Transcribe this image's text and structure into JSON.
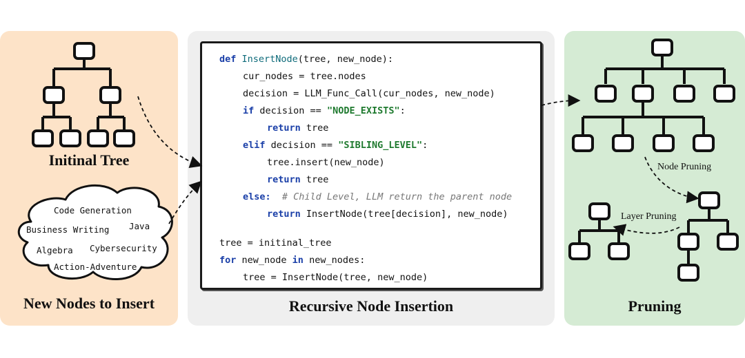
{
  "captions": {
    "initial_tree": "Initinal Tree",
    "new_nodes": "New Nodes to Insert",
    "recursive": "Recursive Node Insertion",
    "pruning": "Pruning"
  },
  "cloud_words": [
    "Code Generation",
    "Business Writing",
    "Java",
    "Algebra",
    "Cybersecurity",
    "Action-Adventure"
  ],
  "code": {
    "l1_kw": "def ",
    "l1_fn": "InsertNode",
    "l1_rest": "(tree, new_node):",
    "l2": "cur_nodes = tree.nodes",
    "l3": "decision = LLM_Func_Call(cur_nodes, new_node)",
    "l4_kw": "if ",
    "l4_rest": "decision == ",
    "l4_str": "\"NODE_EXISTS\"",
    "l4_end": ":",
    "l5_kw": "return ",
    "l5_rest": "tree",
    "l6_kw": "elif ",
    "l6_rest": "decision == ",
    "l6_str": "\"SIBLING_LEVEL\"",
    "l6_end": ":",
    "l7": "tree.insert(new_node)",
    "l8_kw": "return ",
    "l8_rest": "tree",
    "l9_kw": "else:",
    "l9_cm": "  # Child Level, LLM return the parent node",
    "l10_kw": "return ",
    "l10_rest": "InsertNode(tree[decision], new_node)",
    "l11": "tree = initinal_tree",
    "l12_kw1": "for ",
    "l12_mid": "new_node ",
    "l12_kw2": "in ",
    "l12_rest": "new_nodes:",
    "l13": "tree = InsertNode(tree, new_node)"
  },
  "labels": {
    "node_pruning": "Node Pruning",
    "layer_pruning": "Layer Pruning"
  },
  "colors": {
    "left_panel": "#fde3c8",
    "middle_panel": "#efefef",
    "right_panel": "#d5ebd4",
    "keyword": "#1a3fa8",
    "string": "#1f7a2f"
  }
}
